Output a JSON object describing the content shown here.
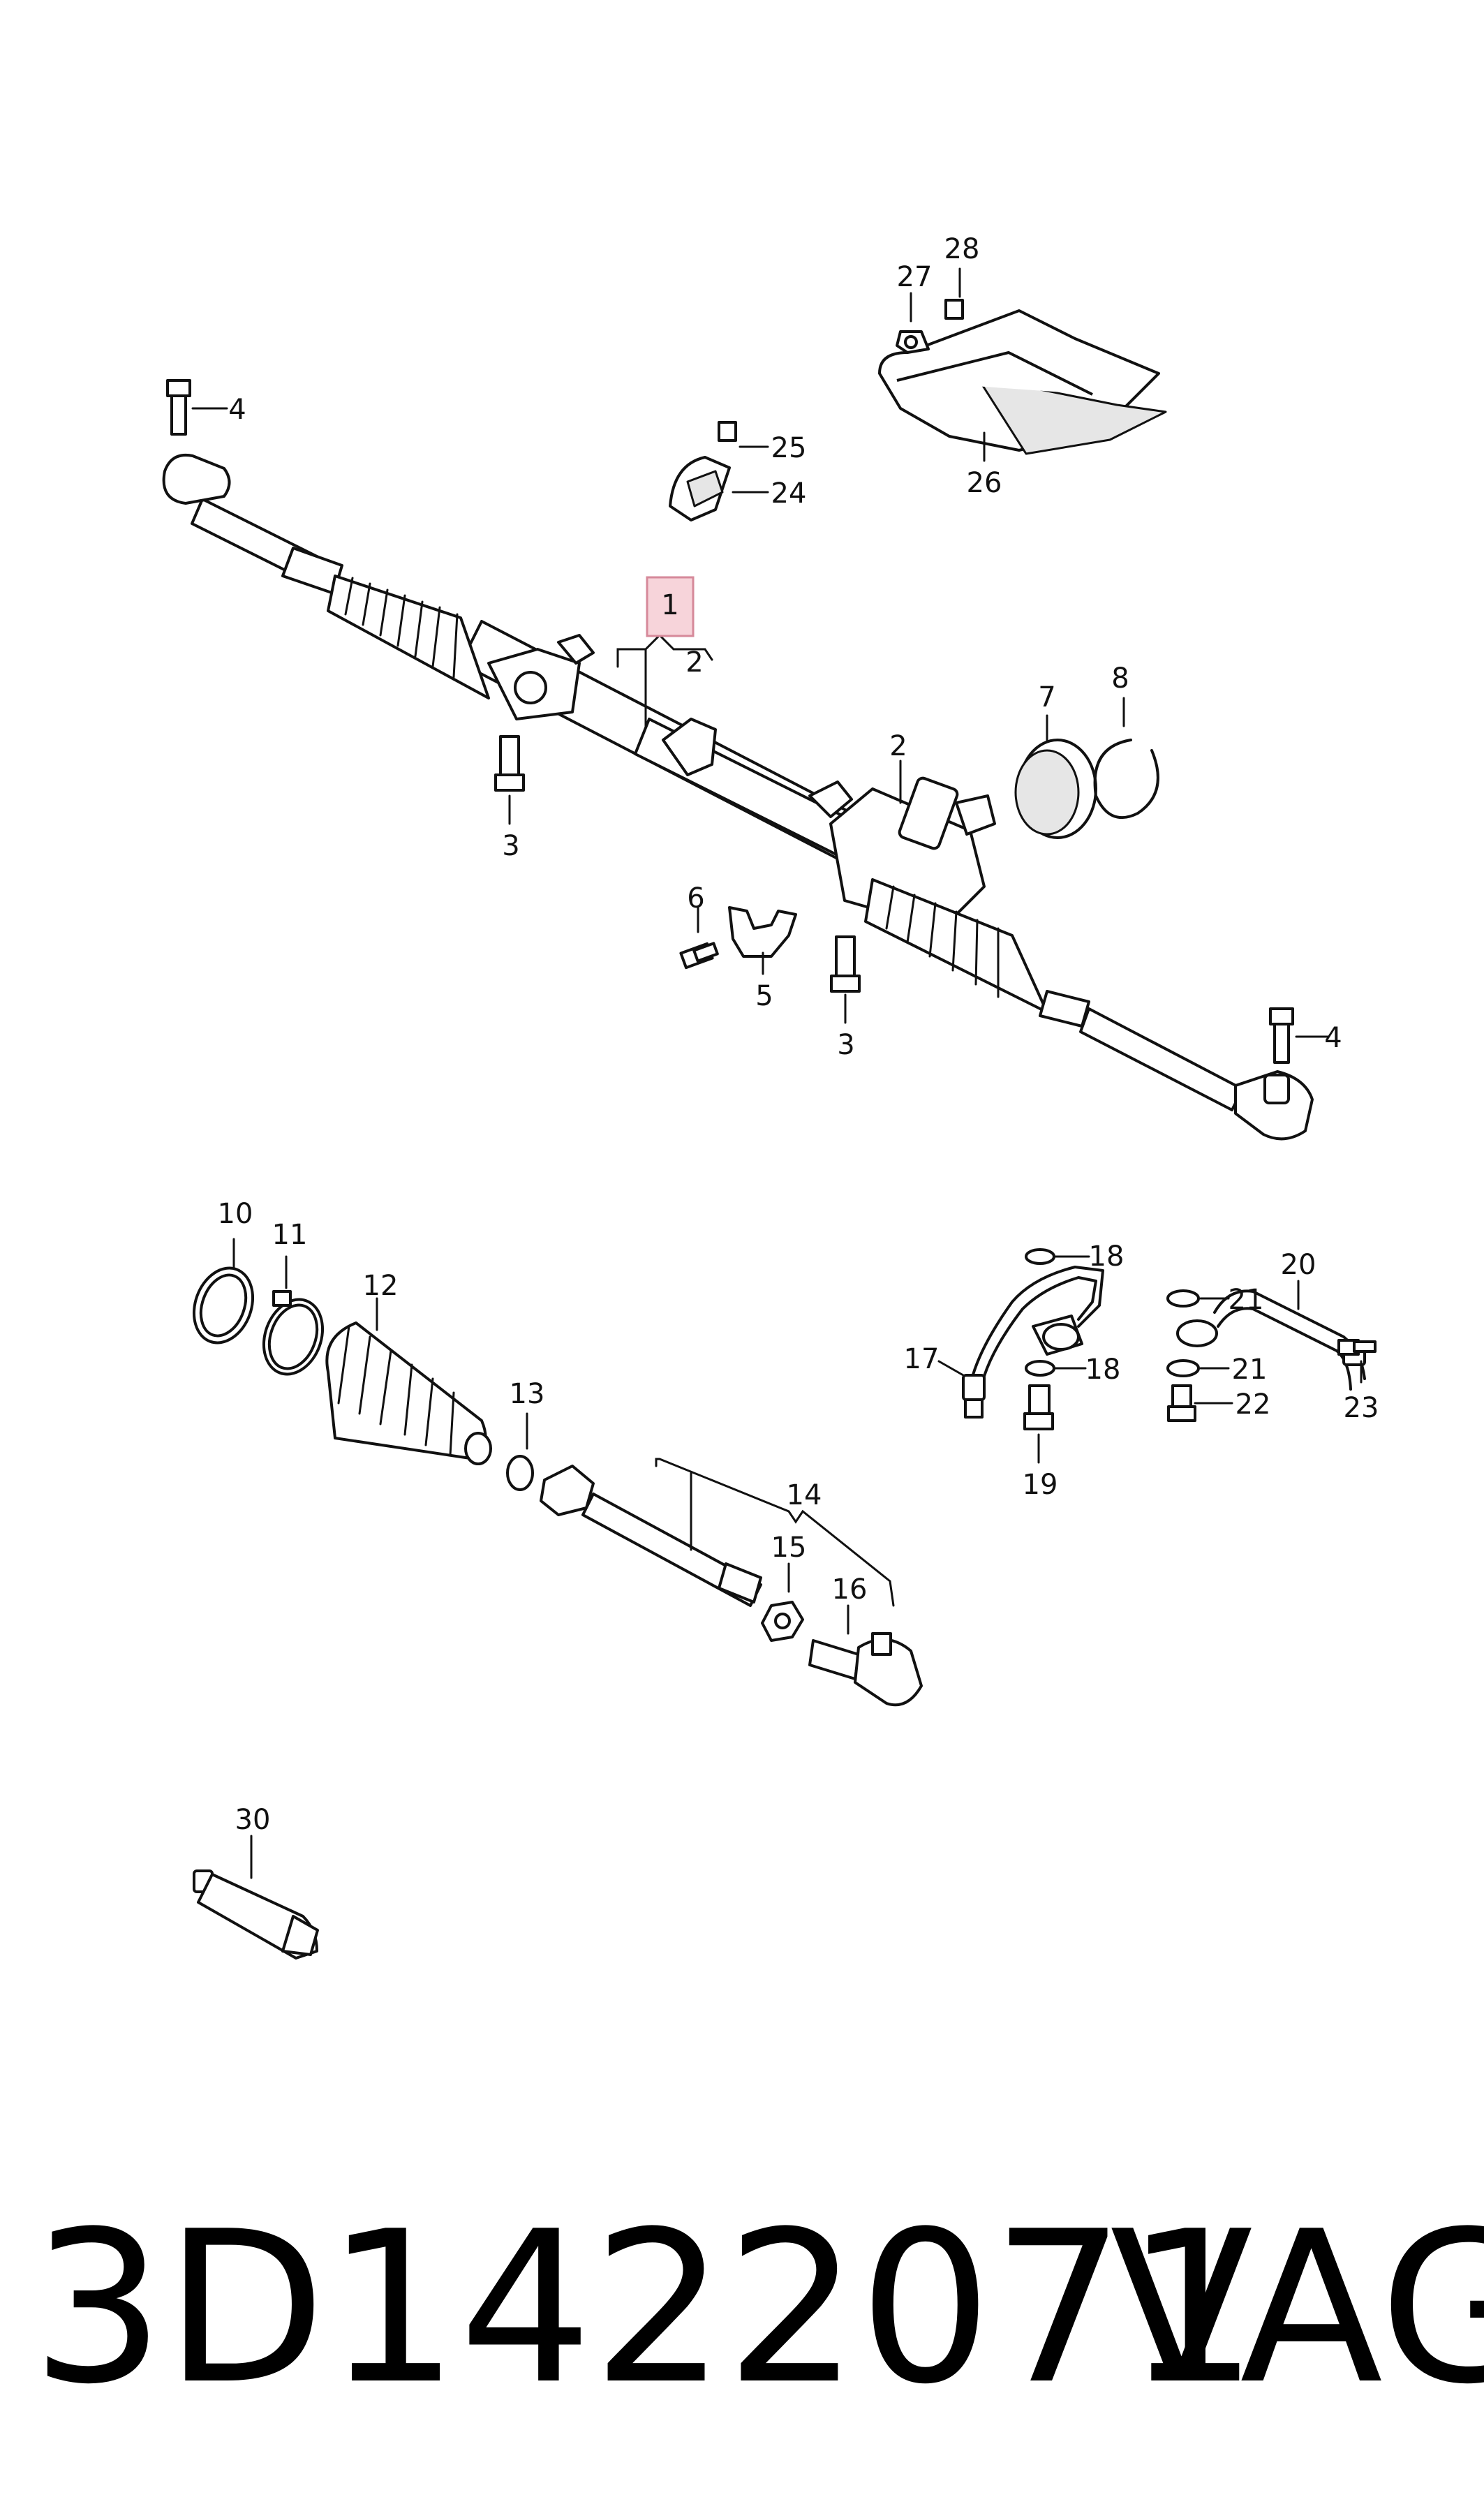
{
  "callouts": {
    "c1": "1",
    "c2a": "2",
    "c2b": "2",
    "c3a": "3",
    "c3b": "3",
    "c4a": "4",
    "c4b": "4",
    "c5": "5",
    "c6": "6",
    "c7": "7",
    "c8": "8",
    "c10": "10",
    "c11": "11",
    "c12": "12",
    "c13": "13",
    "c14": "14",
    "c15": "15",
    "c16": "16",
    "c17": "17",
    "c18a": "18",
    "c18b": "18",
    "c19": "19",
    "c20": "20",
    "c21a": "21",
    "c21b": "21",
    "c22": "22",
    "c23": "23",
    "c24": "24",
    "c25": "25",
    "c26": "26",
    "c27": "27",
    "c28": "28",
    "c30": "30"
  },
  "highlight_color": "#f2c4cc",
  "caption": {
    "part_number": "3D1422071",
    "brand": "VAG"
  }
}
